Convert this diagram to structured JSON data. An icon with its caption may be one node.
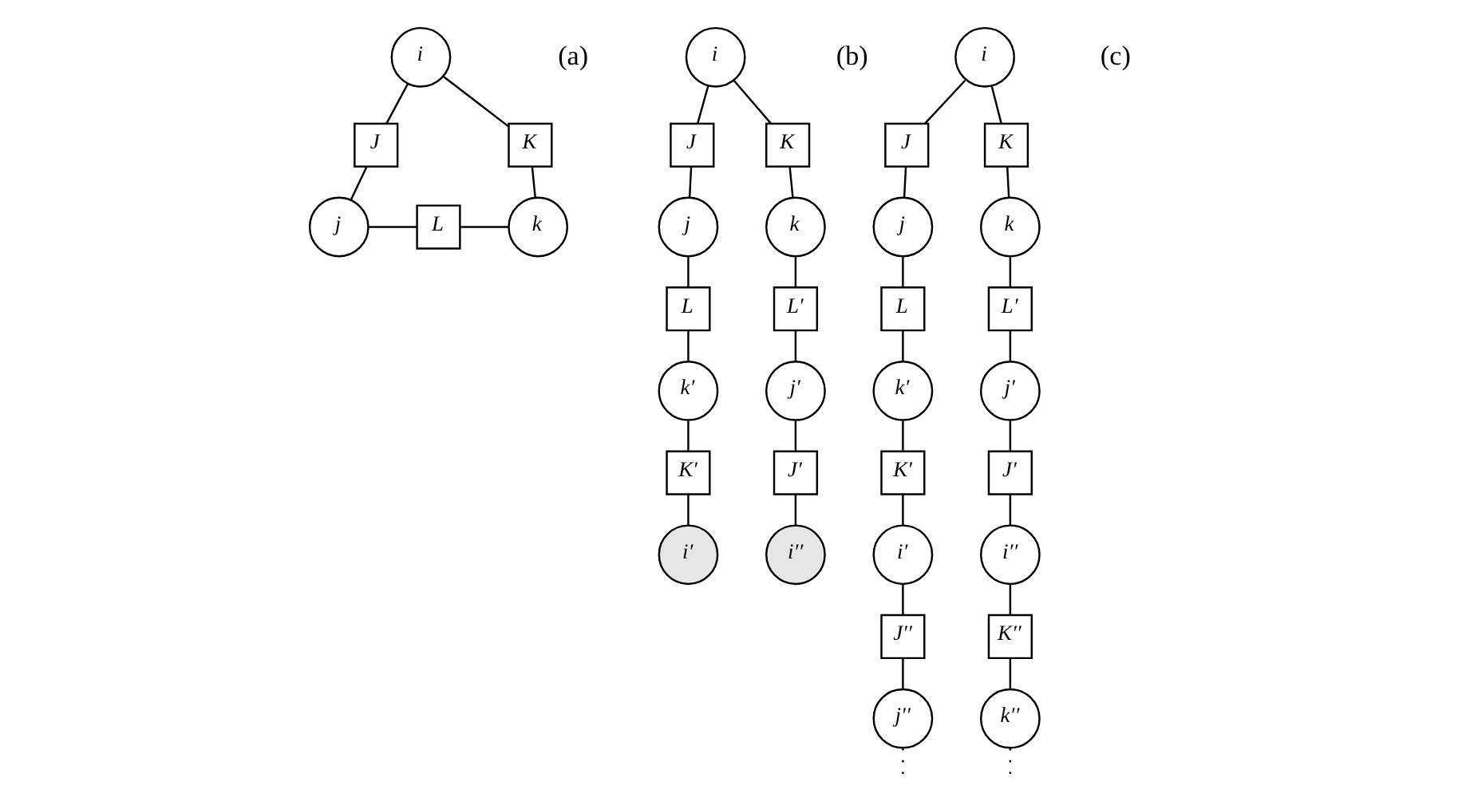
{
  "diagram": {
    "nodes": [
      {
        "text": [
          "i"
        ]
      },
      {
        "text": [
          "J"
        ]
      },
      {
        "text": [
          "K"
        ]
      },
      {
        "text": [
          "j"
        ]
      },
      {
        "text": [
          "L"
        ]
      },
      {
        "text": [
          "k"
        ]
      },
      {
        "text": [
          "i"
        ]
      },
      {
        "text": [
          "J"
        ]
      },
      {
        "text": [
          "K"
        ]
      },
      {
        "text": [
          "j"
        ]
      },
      {
        "text": [
          "k"
        ]
      },
      {
        "text": [
          "L"
        ]
      },
      {
        "text": [
          "L′"
        ]
      },
      {
        "text": [
          "k′"
        ]
      },
      {
        "text": [
          "j′"
        ]
      },
      {
        "text": [
          "K′"
        ]
      },
      {
        "text": [
          "J′"
        ]
      },
      {
        "text": [
          "i′"
        ]
      },
      {
        "text": [
          "i′′"
        ]
      },
      {
        "text": [
          "i"
        ]
      },
      {
        "text": [
          "J"
        ]
      },
      {
        "text": [
          "K"
        ]
      },
      {
        "text": [
          "j"
        ]
      },
      {
        "text": [
          "k"
        ]
      },
      {
        "text": [
          "L"
        ]
      },
      {
        "text": [
          "L′"
        ]
      },
      {
        "text": [
          "k′"
        ]
      },
      {
        "text": [
          "j′"
        ]
      },
      {
        "text": [
          "K′"
        ]
      },
      {
        "text": [
          "J′"
        ]
      },
      {
        "text": [
          "i′"
        ]
      },
      {
        "text": [
          "i′′"
        ]
      },
      {
        "text": [
          "J′′"
        ]
      },
      {
        "text": [
          "K′′"
        ]
      },
      {
        "text": [
          "j′′"
        ]
      },
      {
        "text": [
          "k′′"
        ]
      }
    ],
    "edges": [
      {
        "from": 0,
        "to": 1,
        "arrow": "none"
      },
      {
        "from": 0,
        "to": 2,
        "arrow": "none"
      },
      {
        "from": 1,
        "to": 3,
        "arrow": "none"
      },
      {
        "from": 2,
        "to": 5,
        "arrow": "none"
      },
      {
        "from": 3,
        "to": 4,
        "arrow": "none"
      },
      {
        "from": 4,
        "to": 5,
        "arrow": "none"
      },
      {
        "from": 6,
        "to": 7,
        "arrow": "none"
      },
      {
        "from": 6,
        "to": 8,
        "arrow": "none"
      },
      {
        "from": 7,
        "to": 9,
        "arrow": "none"
      },
      {
        "from": 8,
        "to": 10,
        "arrow": "none"
      },
      {
        "from": 9,
        "to": 11,
        "arrow": "none"
      },
      {
        "from": 10,
        "to": 12,
        "arrow": "none"
      },
      {
        "from": 11,
        "to": 13,
        "arrow": "none"
      },
      {
        "from": 12,
        "to": 14,
        "arrow": "none"
      },
      {
        "from": 13,
        "to": 15,
        "arrow": "none"
      },
      {
        "from": 14,
        "to": 16,
        "arrow": "none"
      },
      {
        "from": 15,
        "to": 17,
        "arrow": "none"
      },
      {
        "from": 16,
        "to": 18,
        "arrow": "none"
      },
      {
        "from": 19,
        "to": 20,
        "arrow": "none"
      },
      {
        "from": 19,
        "to": 21,
        "arrow": "none"
      },
      {
        "from": 20,
        "to": 22,
        "arrow": "none"
      },
      {
        "from": 21,
        "to": 23,
        "arrow": "none"
      },
      {
        "from": 22,
        "to": 24,
        "arrow": "none"
      },
      {
        "from": 23,
        "to": 25,
        "arrow": "none"
      },
      {
        "from": 24,
        "to": 26,
        "arrow": "none"
      },
      {
        "from": 25,
        "to": 27,
        "arrow": "none"
      },
      {
        "from": 26,
        "to": 28,
        "arrow": "none"
      },
      {
        "from": 27,
        "to": 29,
        "arrow": "none"
      },
      {
        "from": 28,
        "to": 30,
        "arrow": "none"
      },
      {
        "from": 29,
        "to": 31,
        "arrow": "none"
      },
      {
        "from": 30,
        "to": 32,
        "arrow": "none"
      },
      {
        "from": 31,
        "to": 33,
        "arrow": "none"
      },
      {
        "from": 32,
        "to": 34,
        "arrow": "none"
      },
      {
        "from": 33,
        "to": 35,
        "arrow": "none"
      },
      {
        "from": 34,
        "to": null,
        "arrow": "none",
        "style": "dashed"
      },
      {
        "from": 35,
        "to": null,
        "arrow": "none",
        "style": "dashed"
      }
    ],
    "labels": [
      "(a)",
      "(b)",
      "(c)"
    ]
  }
}
